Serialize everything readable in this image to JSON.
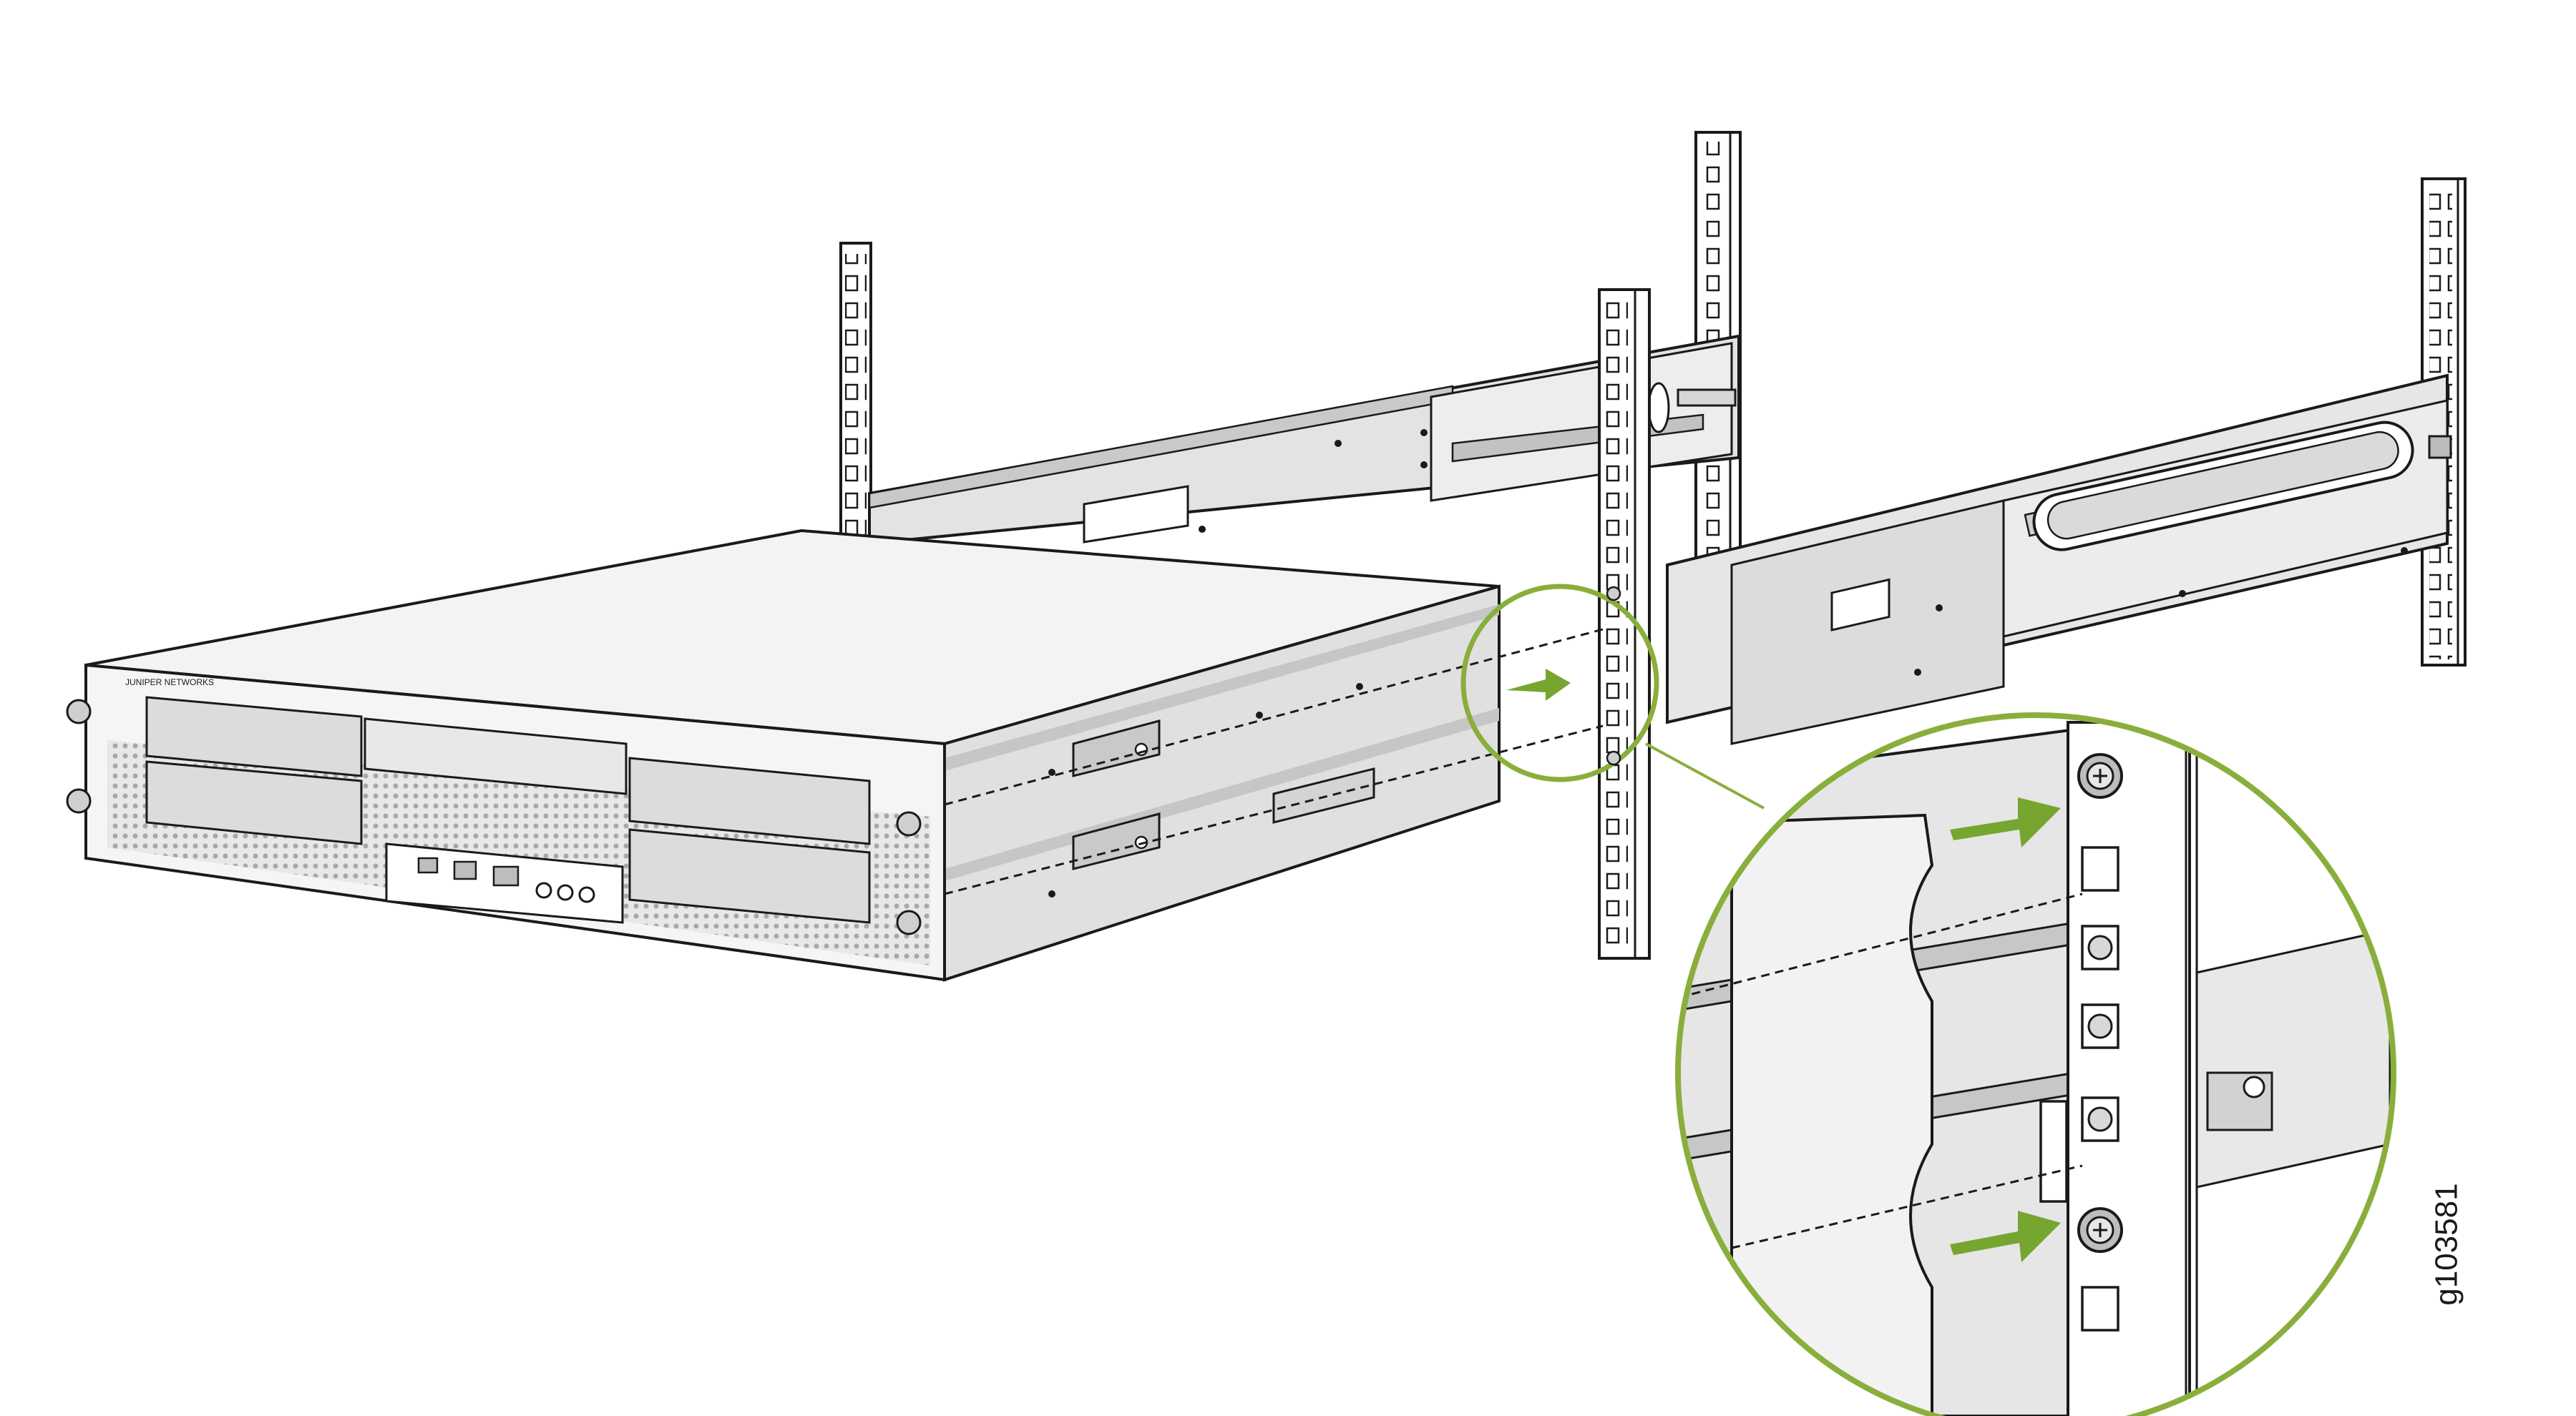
{
  "figure": {
    "id_label": "g103581",
    "brand_logo_text": "JUNIPER NETWORKS"
  },
  "colors": {
    "line": "#1a1a1a",
    "metal_light": "#ececec",
    "metal_mid": "#d4d4d4",
    "metal_dark": "#b5b5b5",
    "accent_green": "#76a630",
    "callout_ring": "#8aae3c"
  },
  "icons": {
    "arrow": "green-arrow-right",
    "screw": "captive-screw",
    "callout": "magnify-circle"
  }
}
